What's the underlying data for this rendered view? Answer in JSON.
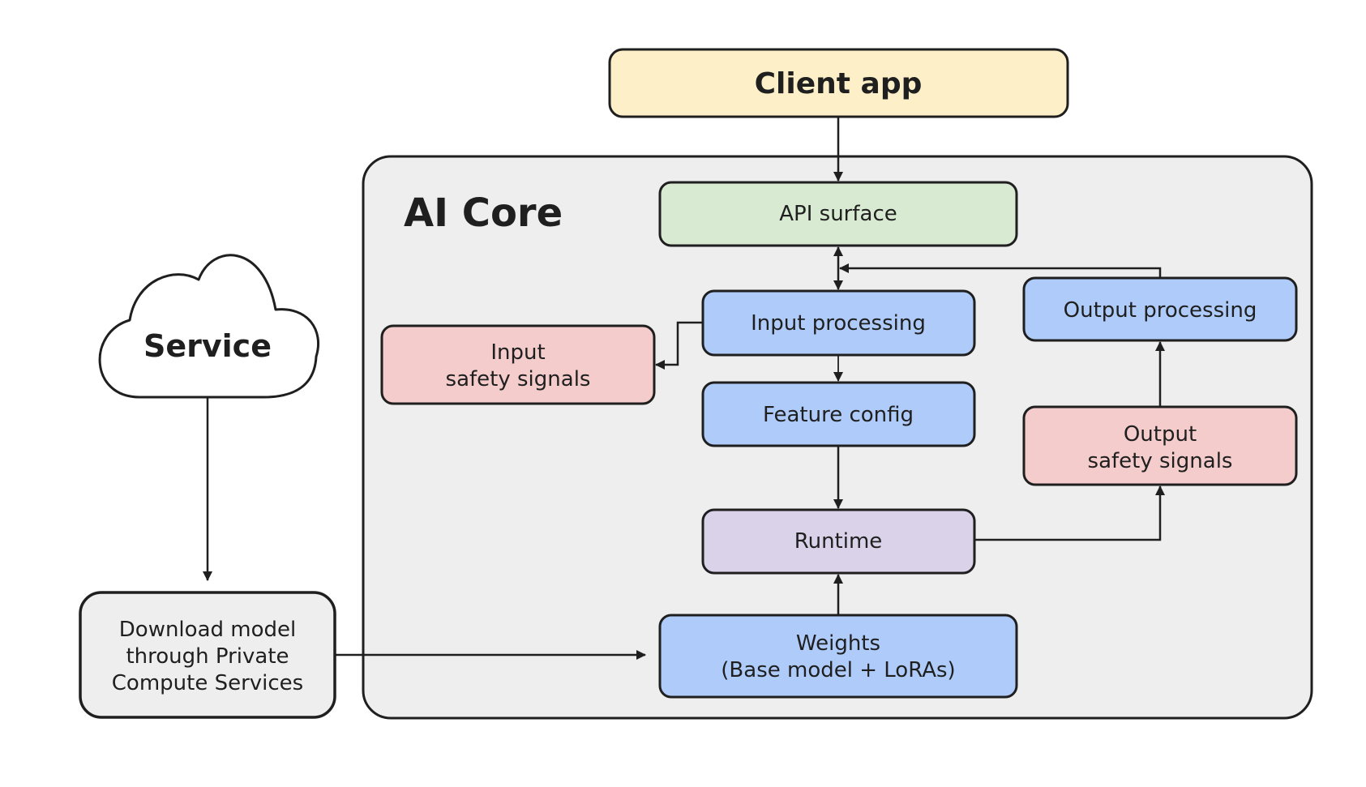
{
  "colors": {
    "client_app_fill": "#fdf0c8",
    "api_surface_fill": "#d9ead3",
    "blue_fill": "#aecbfa",
    "pink_fill": "#f4cccc",
    "runtime_fill": "#d9d2e9",
    "container_fill": "#eeeeee",
    "service_fill": "#ffffff",
    "download_fill": "#eeeeee",
    "stroke": "#1f1f1f"
  },
  "client_app": {
    "label": "Client app"
  },
  "ai_core": {
    "title": "AI Core"
  },
  "api_surface": {
    "label": "API surface"
  },
  "input_processing": {
    "label": "Input processing"
  },
  "input_safety": {
    "line1": "Input",
    "line2": "safety signals"
  },
  "feature_config": {
    "label": "Feature config"
  },
  "runtime": {
    "label": "Runtime"
  },
  "weights": {
    "line1": "Weights",
    "line2": "(Base model + LoRAs)"
  },
  "output_processing": {
    "label": "Output processing"
  },
  "output_safety": {
    "line1": "Output",
    "line2": "safety signals"
  },
  "service": {
    "label": "Service"
  },
  "download": {
    "line1": "Download model",
    "line2": "through Private",
    "line3": "Compute Services"
  }
}
